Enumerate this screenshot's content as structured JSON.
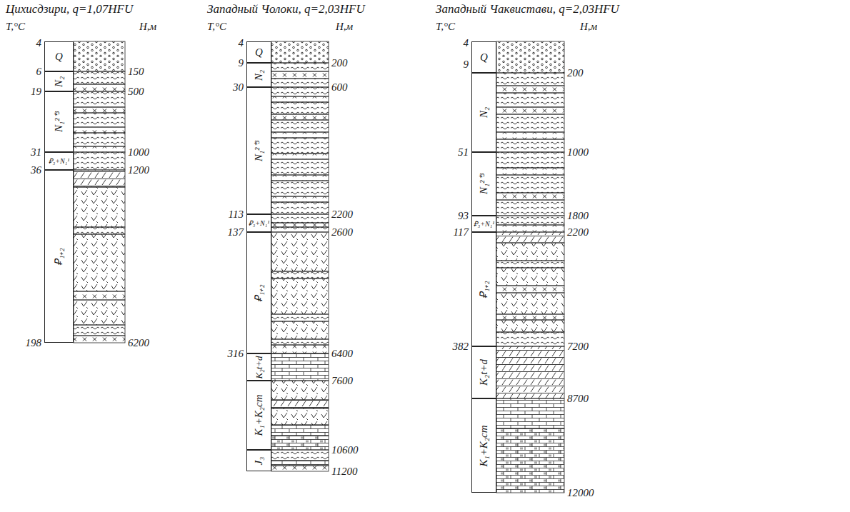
{
  "diagram": {
    "nodes": [
      {
        "text": [
          "Q"
        ]
      },
      {
        "text": [
          "N₂"
        ]
      },
      {
        "text": [
          "N₁²⁺³"
        ]
      },
      {
        "text": [
          "₽₃+N₁¹"
        ]
      },
      {
        "text": [
          "₽₁₊₂"
        ]
      },
      {
        "text": [
          "Q"
        ]
      },
      {
        "text": [
          "N₂"
        ]
      },
      {
        "text": [
          "N₁²⁺³"
        ]
      },
      {
        "text": [
          "₽₃+N₁¹"
        ]
      },
      {
        "text": [
          "₽₁₊₂"
        ]
      },
      {
        "text": [
          "K₂t+d"
        ]
      },
      {
        "text": [
          "K₁+K₂cm"
        ]
      },
      {
        "text": [
          "J₃"
        ]
      },
      {
        "text": [
          "Q"
        ]
      },
      {
        "text": [
          "N₂"
        ]
      },
      {
        "text": [
          "N₁²⁺³"
        ]
      },
      {
        "text": [
          "₽₃+N₁¹"
        ]
      },
      {
        "text": [
          "₽₁₊₂"
        ]
      },
      {
        "text": [
          "K₂t+d"
        ]
      },
      {
        "text": [
          "K₁+K₂cm"
        ]
      }
    ],
    "labels": [
      "Цихисдзири, q=1,07HFU",
      "T,°C",
      "H,м",
      "4",
      "6",
      "19",
      "31",
      "36",
      "198",
      "150",
      "500",
      "1000",
      "1200",
      "6200",
      "Западный Чолоки, q=2,03HFU",
      "T,°C",
      "H,м",
      "4",
      "9",
      "30",
      "113",
      "137",
      "316",
      "200",
      "600",
      "2200",
      "2600",
      "6400",
      "7600",
      "10600",
      "11200",
      "Западный Чаквистави, q=2,03HFU",
      "T,°C",
      "H,м",
      "4",
      "9",
      "51",
      "93",
      "117",
      "382",
      "200",
      "1000",
      "1800",
      "2200",
      "7200",
      "8700",
      "12000"
    ]
  }
}
